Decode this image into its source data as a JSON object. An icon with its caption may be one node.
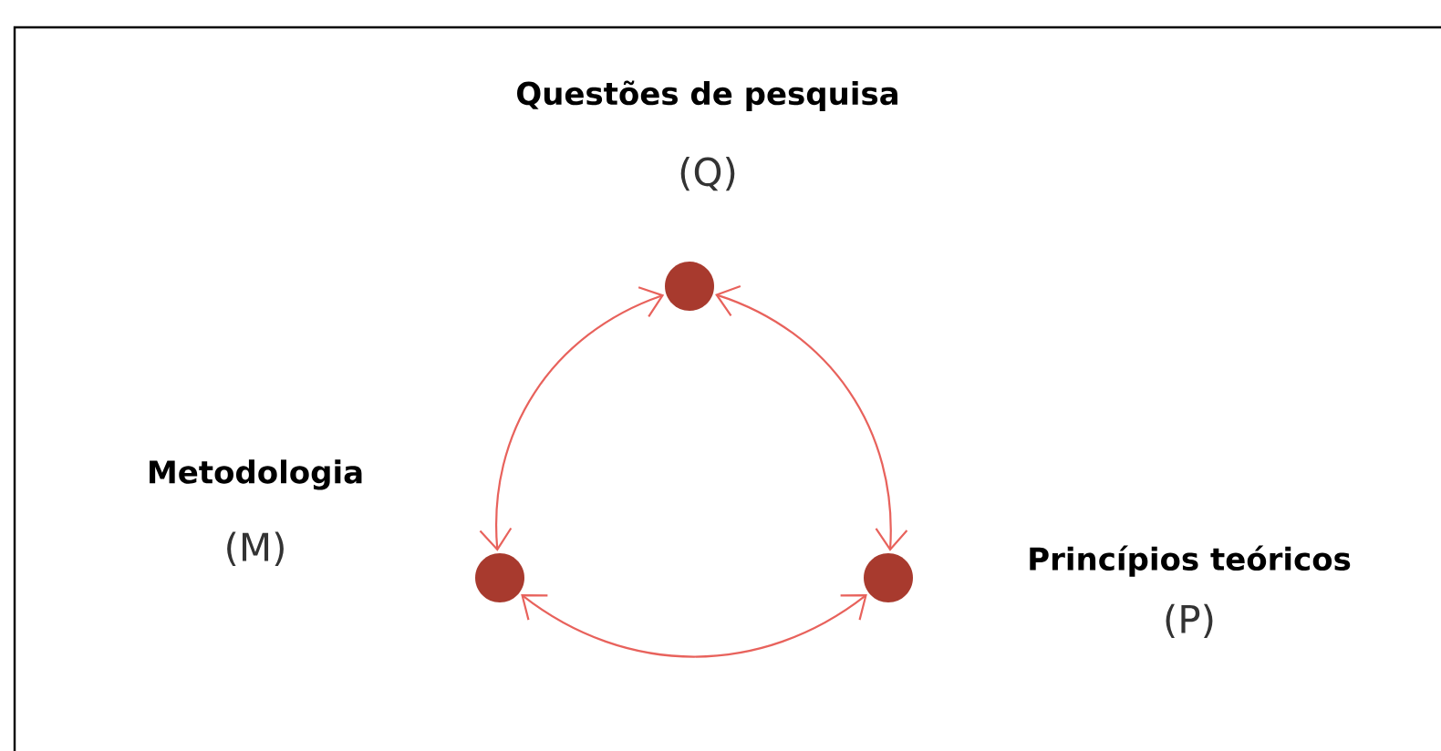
{
  "diagram": {
    "nodes": [
      {
        "text": [],
        "shape": "circle",
        "beside": [
          "Questões de pesquisa",
          "(Q)"
        ]
      },
      {
        "text": [],
        "shape": "circle",
        "beside": [
          "Metodologia",
          "(M)"
        ]
      },
      {
        "text": [],
        "shape": "circle",
        "beside": [
          "Princípios teóricos",
          "(P)"
        ]
      }
    ],
    "edges": [
      {
        "from": 0,
        "to": 1,
        "arrow": "both"
      },
      {
        "from": 0,
        "to": 2,
        "arrow": "both"
      },
      {
        "from": 1,
        "to": 2,
        "arrow": "both"
      }
    ]
  }
}
